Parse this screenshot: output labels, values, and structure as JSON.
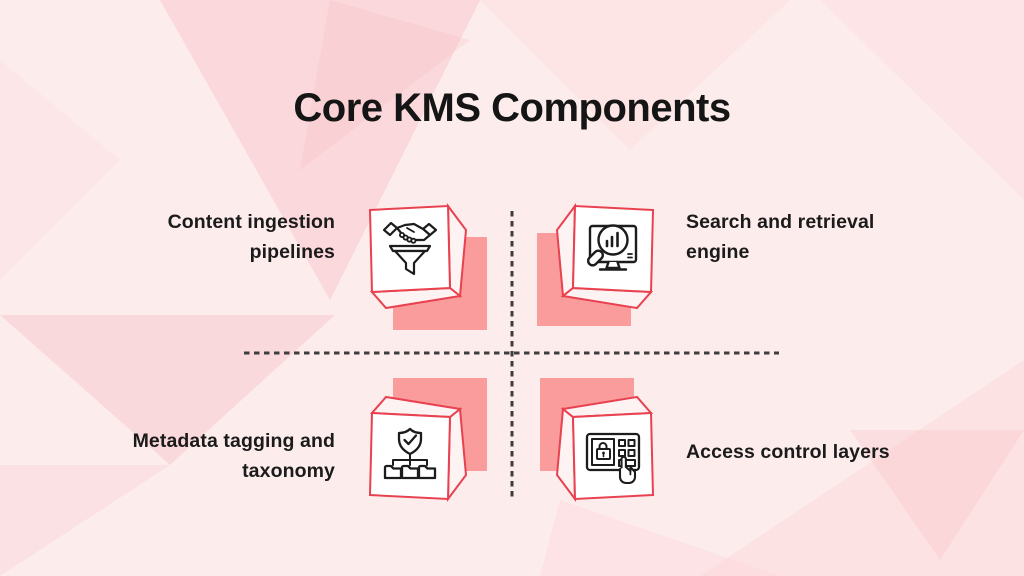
{
  "title": "Core KMS Components",
  "colors": {
    "background": "#fdecec",
    "accent_red": "#e8414f",
    "salmon_square": "#fa9b9c",
    "text": "#151515",
    "divider": "#3e3e3e",
    "cube_face": "#ffffff",
    "cube_side": "#fdf3f3",
    "icon_stroke": "#1c1c1c"
  },
  "quadrants": [
    {
      "id": "content-ingestion",
      "position": "top-left",
      "label": "Content ingestion pipelines",
      "lines": [
        "Content ingestion",
        "pipelines"
      ],
      "icon": "handshake-funnel-icon"
    },
    {
      "id": "search-retrieval",
      "position": "top-right",
      "label": "Search and retrieval engine",
      "lines": [
        "Search and retrieval",
        "engine"
      ],
      "icon": "monitor-search-chart-icon"
    },
    {
      "id": "metadata-taxonomy",
      "position": "bottom-left",
      "label": "Metadata tagging and taxonomy",
      "lines": [
        "Metadata tagging and",
        "taxonomy"
      ],
      "icon": "shield-folder-hierarchy-icon"
    },
    {
      "id": "access-control",
      "position": "bottom-right",
      "label": "Access control layers",
      "lines": [
        "Access control layers"
      ],
      "icon": "keypad-lock-hand-icon"
    }
  ]
}
